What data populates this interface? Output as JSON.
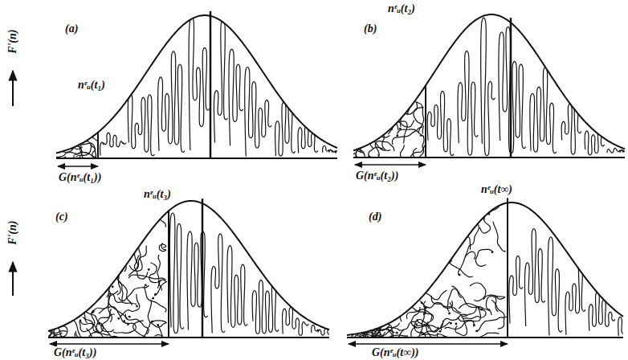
{
  "diagram": {
    "labels": [
      "F'(n)",
      "(a)",
      "nᵉᵤ(t₁)",
      "G(nᵉᵤ(t₁))",
      "(b)",
      "nᵉᵤ(t₂)",
      "G(nᵉᵤ(t₂))",
      "F'(n)",
      "(c)",
      "nᵉᵤ(t₃)",
      "G(nᵉᵤ(t₃))",
      "(d)",
      "nᵉᵤ(t∞)",
      "G(nᵉᵤ(t∞))"
    ]
  }
}
